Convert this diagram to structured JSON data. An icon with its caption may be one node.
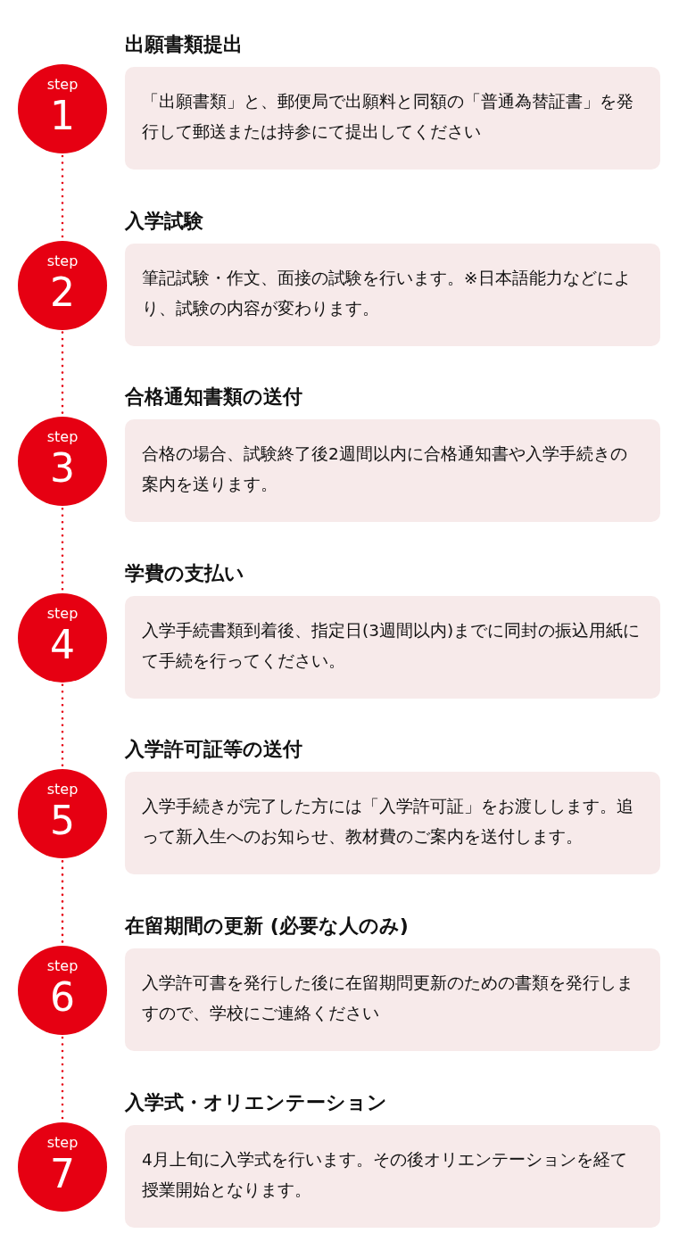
{
  "diagram": {
    "nodes": [
      {
        "text": [
          "step",
          "1"
        ]
      },
      {
        "text": [
          "出願書類提出",
          "「出願書類」と、郵便局で出願料と同額の「普通為替証書」を発行して郵送または持参にて提出してください"
        ]
      },
      {
        "text": [
          "step",
          "2"
        ]
      },
      {
        "text": [
          "入学試験",
          "筆記試験・作文、面接の試験を行います。※日本語能力などにより、試験の内容が変わります。"
        ]
      },
      {
        "text": [
          "step",
          "3"
        ]
      },
      {
        "text": [
          "合格通知書類の送付",
          "合格の場合、試験終了後2週間以内に合格通知書や入学手続きの案内を送ります。"
        ]
      },
      {
        "text": [
          "step",
          "4"
        ]
      },
      {
        "text": [
          "学費の支払い",
          "入学手続書類到着後、指定日(3週間以内)までに同封の振込用紙にて手続を行ってください。"
        ]
      },
      {
        "text": [
          "step",
          "5"
        ]
      },
      {
        "text": [
          "入学許可証等の送付",
          "入学手続きが完了した方には「入学許可証」をお渡しします。追って新入生へのお知らせ、教材費のご案内を送付します。"
        ]
      },
      {
        "text": [
          "step",
          "6"
        ]
      },
      {
        "text": [
          "在留期間の更新 (必要な人のみ)",
          "入学許可書を発行した後に在留期問更新のための書類を発行しますので、学校にご連絡ください"
        ]
      },
      {
        "text": [
          "step",
          "7"
        ]
      },
      {
        "text": [
          "入学式・オリエンテーション",
          "4月上旬に入学式を行います。その後オリエンテーションを経て授業開始となります。"
        ]
      }
    ],
    "edges": [
      {
        "from": 0,
        "to": 2,
        "arrow": "none"
      },
      {
        "from": 2,
        "to": 4,
        "arrow": "none"
      },
      {
        "from": 4,
        "to": 6,
        "arrow": "none"
      },
      {
        "from": 6,
        "to": 8,
        "arrow": "none"
      },
      {
        "from": 8,
        "to": 10,
        "arrow": "none"
      },
      {
        "from": 10,
        "to": 12,
        "arrow": "none"
      }
    ]
  }
}
